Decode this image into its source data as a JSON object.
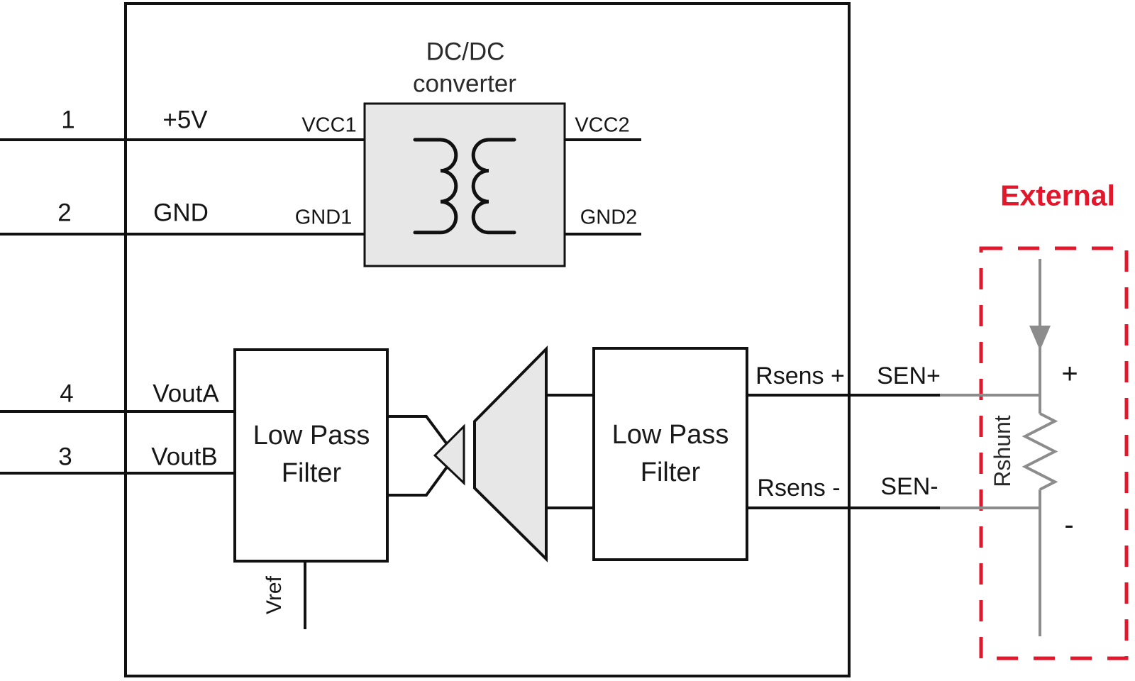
{
  "diagram": {
    "dcdc": {
      "title_line1": "DC/DC",
      "title_line2": "converter",
      "ports": {
        "vcc1": "VCC1",
        "gnd1": "GND1",
        "vcc2": "VCC2",
        "gnd2": "GND2"
      }
    },
    "pins": {
      "pin1": {
        "number": "1",
        "label": "+5V"
      },
      "pin2": {
        "number": "2",
        "label": "GND"
      },
      "pin4": {
        "number": "4",
        "label": "VoutA"
      },
      "pin3": {
        "number": "3",
        "label": "VoutB"
      }
    },
    "filters": {
      "left": {
        "line1": "Low Pass",
        "line2": "Filter"
      },
      "right": {
        "line1": "Low Pass",
        "line2": "Filter"
      }
    },
    "signals": {
      "rsens_plus": "Rsens +",
      "rsens_minus": "Rsens -",
      "sen_plus": "SEN+",
      "sen_minus": "SEN-"
    },
    "external": {
      "title": "External",
      "component": "Rshunt",
      "polarity_plus": "+",
      "polarity_minus": "-"
    },
    "vref_label": "Vref",
    "colors": {
      "accent_red": "#e3172b",
      "wire_gray": "#8c8c8c",
      "block_fill": "#e7e7e7",
      "line_black": "#111111"
    }
  }
}
